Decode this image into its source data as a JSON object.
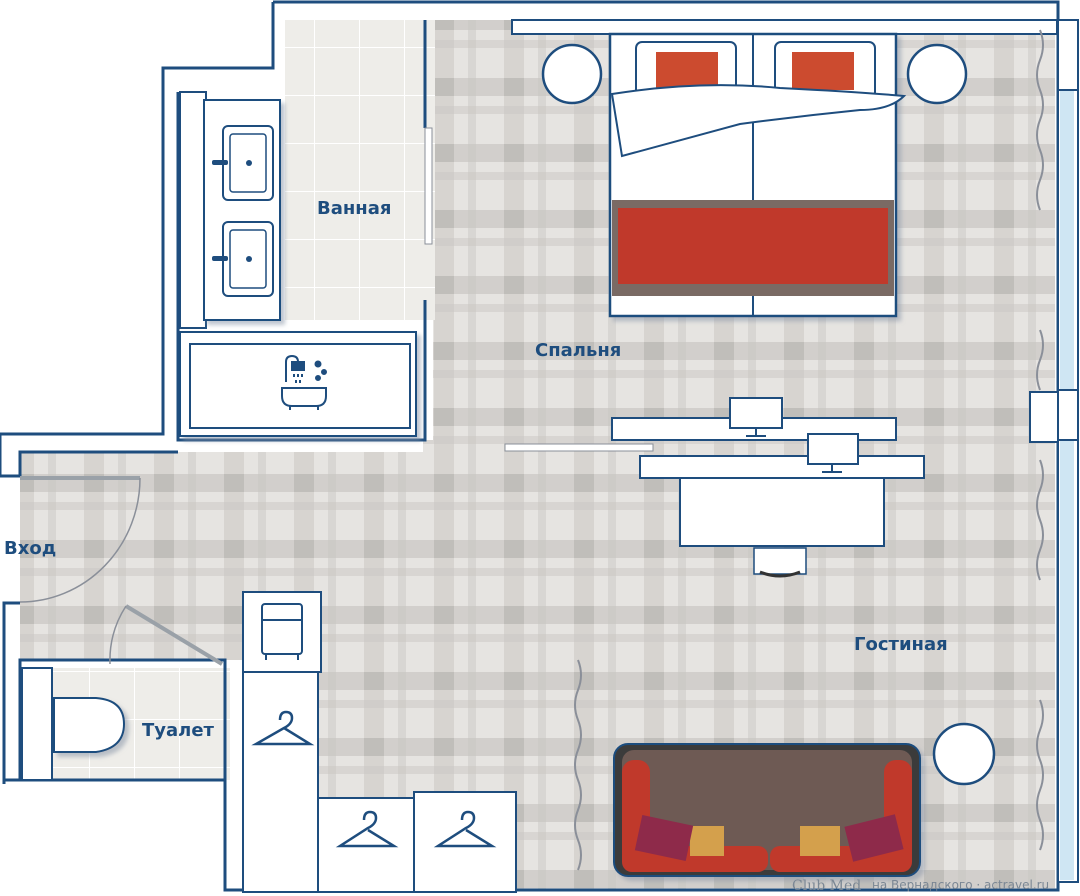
{
  "rooms": {
    "bathroom": "Ванная",
    "bedroom": "Спальня",
    "entrance": "Вход",
    "toilet": "Туалет",
    "living_room": "Гостиная"
  },
  "credit": {
    "brand": "Club Med",
    "text": "на Вернадского · actravel.ru"
  },
  "colors": {
    "wall": "#1e4d7e",
    "tile": "#e9e8e4",
    "carpet": "#d9d7d3",
    "accent_red": "#c0392b",
    "sofa": "#6e5a54"
  }
}
